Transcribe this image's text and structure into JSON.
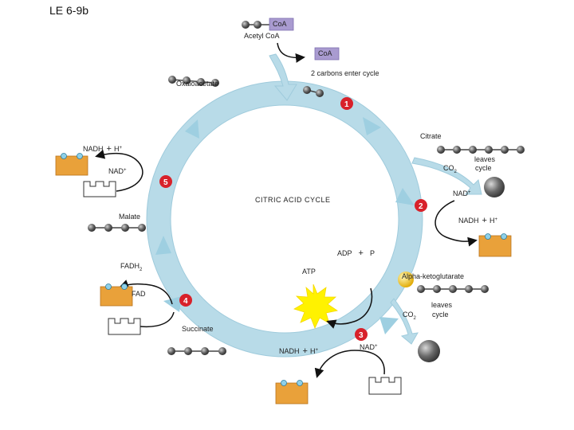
{
  "title": "LE 6-9b",
  "cycle_name": "CITRIC ACID CYCLE",
  "labels": {
    "coa_top": "CoA",
    "acetyl_coa": "Acetyl CoA",
    "coa_released": "CoA",
    "two_carbons": "2 carbons enter cycle",
    "oxaloacetate": "Oxaloacetate",
    "citrate": "Citrate",
    "co2_1": "CO",
    "co2_1_sub": "2",
    "leaves_1a": "leaves",
    "leaves_1b": "cycle",
    "nad_2": "NAD",
    "nadh_2": "NADH",
    "h_2": "H",
    "nadh_5": "NADH",
    "h_5": "H",
    "nad_5": "NAD",
    "malate": "Malate",
    "adp": "ADP",
    "p": "P",
    "atp": "ATP",
    "fadh": "FADH",
    "fadh_sub": "2",
    "fad": "FAD",
    "alpha": "Alpha-ketoglutarate",
    "co2_2": "CO",
    "co2_2_sub": "2",
    "leaves_2a": "leaves",
    "leaves_2b": "cycle",
    "succinate": "Succinate",
    "nadh_3": "NADH",
    "h_3": "H",
    "nad_3": "NAD",
    "plus": "+",
    "sup_plus": "+"
  },
  "steps": [
    "1",
    "2",
    "3",
    "4",
    "5"
  ],
  "colors": {
    "cycle": "#b8dbe8",
    "cycle_edge": "#8ec2d6",
    "step": "#d8212a",
    "molecule": "#555555",
    "coa_box": "#a99bd0",
    "carrier": "#e9a13a",
    "carrier_light": "#ffffff",
    "atp_burst": "#fff200",
    "phosphate": "#f2c400"
  }
}
